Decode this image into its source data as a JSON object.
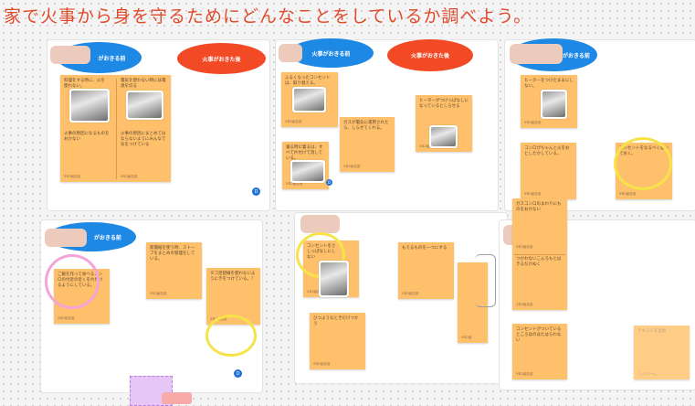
{
  "title": "家で火事から身を守るためにどんなことをしているか調べよう。",
  "labels": {
    "before": "火事がおきる前",
    "before_short": "がおきる前",
    "before_short2": "がおきる前",
    "after": "火事がおきた後"
  },
  "board1": {
    "note1": "料理をする時に、火を使わない。",
    "note1b": "火事の原因になるものをおかない",
    "note1_name": "5年2組名前",
    "note2": "電気を使わない時には電源を切る",
    "note2b": "火事の原因にまとめてはならないようにみんなで気をつけている",
    "note2_name": "5年2組名前"
  },
  "board2": {
    "n1": "ふるくなったコンセントは、取り替える。",
    "n1_name": "5年2組名前",
    "n2": "ガスが電気に運用されたら、しらせてくれる。",
    "n2_name": "5年2組名前",
    "n3": "ヒーターがつけっぱなしになっているとしらせる",
    "n3_name": "5年2組名前",
    "n4": "寝る時に着るは、すべて片付けて消している。",
    "n4_name": "5年2組名前"
  },
  "board3": {
    "n1": "ヒーターをつけたままにしない。",
    "n1_name": "5年2組名前",
    "n2": "コンロがちゃんと火をおとしたかしている。",
    "n2_name": "5年2組名前",
    "n3": "コンセントをなるべく抜いておく。",
    "n3_name": "5年2組名前"
  },
  "board4": {
    "n1": "ご飯を作って食べるコンロの付近の近くを片付けるようにしている。",
    "n1_name": "5年2組名前",
    "n2": "新聞紙を使う時、ストーブをまとめの管理をしている。",
    "n2_name": "5年2組名前",
    "n3": "タコ足配線を使わないようにきをつけている。！",
    "n3_name": "5年2組名前"
  },
  "board5": {
    "n1": "コンセントをさしっぱなしにしない",
    "n1_name": "5年2組名前",
    "n2": "もえるものを一つにする",
    "n2_name": "5年2組名前",
    "n3": "ひつようなときだけつかう",
    "n3_name": "5年2組名前",
    "n4_name": "5年2組"
  },
  "board6": {
    "n1": "ガスコンロのまわりにものをおかない",
    "n1_name": "5年2組名前",
    "n1b": "つかわないこんろもとはきるだけぬく",
    "n1b_name": "5年2組名前",
    "n2": "コンセントがついているところはのはたはらわない",
    "n2_name": "5年2組名前",
    "n3": "テキストを追加",
    "n3_name": "ニックネーム"
  },
  "avatar": "D",
  "colors": {
    "accent_blue": "#1e88e5",
    "accent_red": "#f24a25",
    "note": "#ffc06b"
  }
}
